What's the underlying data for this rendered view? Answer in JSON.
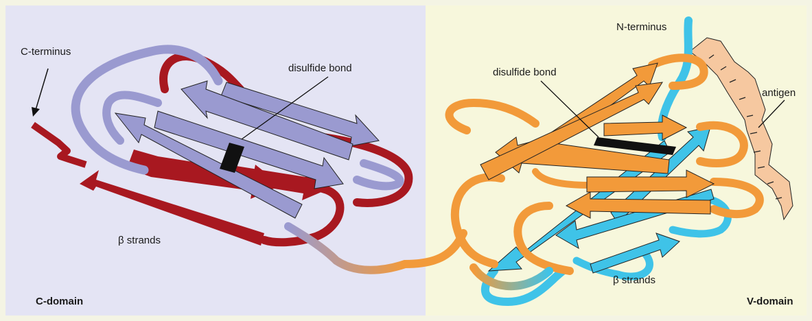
{
  "left_panel": {
    "domain_label": "C-domain",
    "terminus_label": "C-terminus",
    "bond_label": "disulfide bond",
    "strands_label": "β strands"
  },
  "right_panel": {
    "domain_label": "V-domain",
    "terminus_label": "N-terminus",
    "bond_label": "disulfide bond",
    "antigen_label": "antigen",
    "strands_label": "β strands"
  },
  "colors": {
    "c_domain_background": "#e4e4f4",
    "v_domain_background": "#f7f7dc",
    "c_domain_strand_lavender": "#9a9ad0",
    "c_domain_strand_red": "#a81820",
    "v_domain_strand_orange": "#f29a3a",
    "v_domain_strand_cyan": "#3fc3e8",
    "antigen": "#f6c8a0",
    "disulfide_bond": "#111111"
  }
}
